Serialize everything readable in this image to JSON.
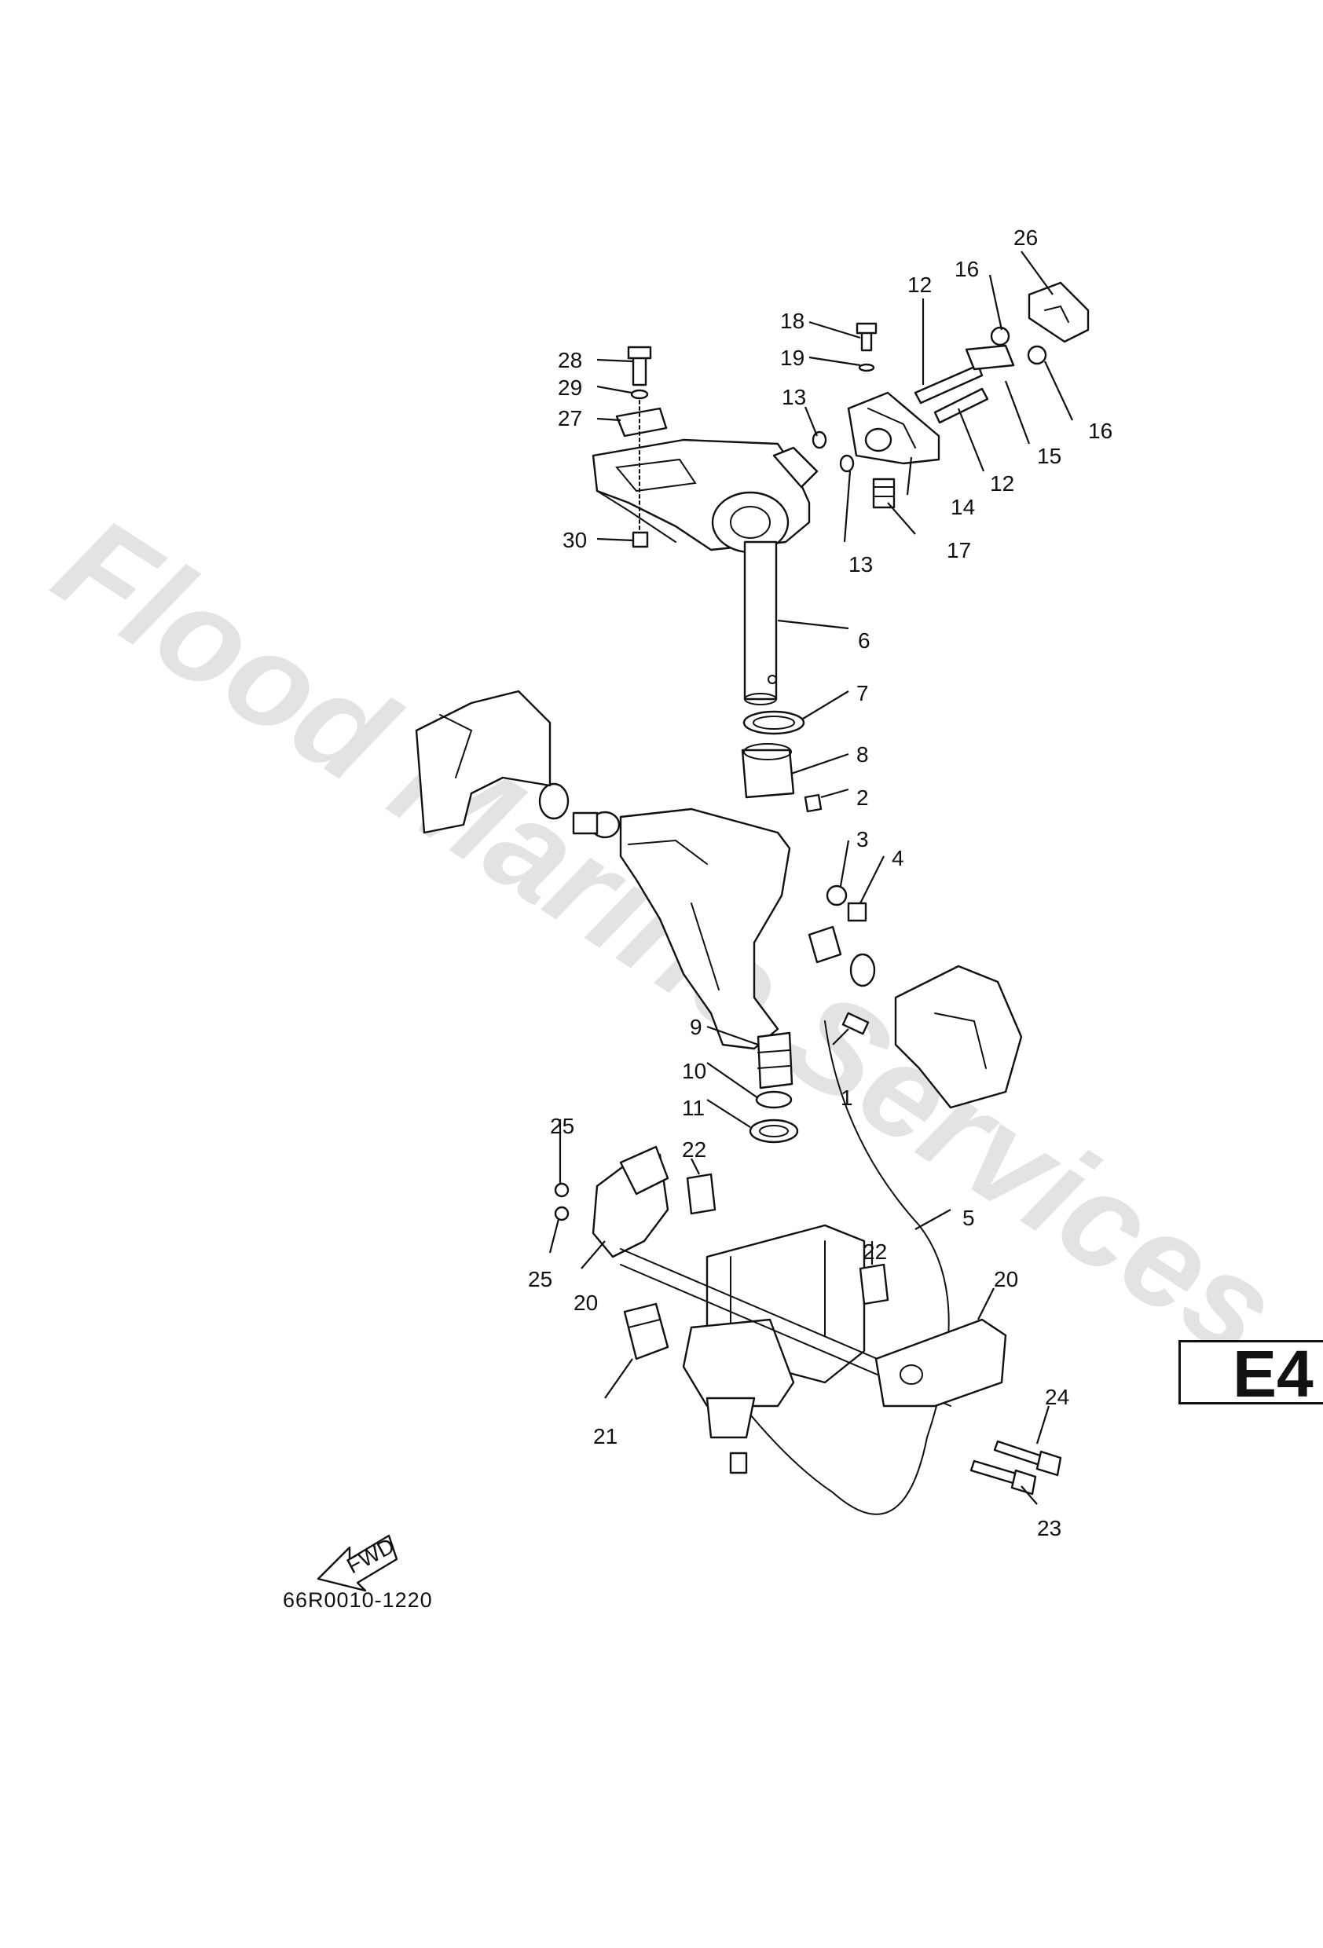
{
  "watermark": "Flood Marine Services",
  "part_number": "66R0010-1220",
  "page_tab": "E4",
  "fwd_label": "FWD",
  "callouts": {
    "c1": "1",
    "c2": "2",
    "c3": "3",
    "c4": "4",
    "c5": "5",
    "c6": "6",
    "c7": "7",
    "c8": "8",
    "c9": "9",
    "c10": "10",
    "c11": "11",
    "c12a": "12",
    "c12b": "12",
    "c13a": "13",
    "c13b": "13",
    "c14": "14",
    "c15": "15",
    "c16a": "16",
    "c16b": "16",
    "c17": "17",
    "c18": "18",
    "c19": "19",
    "c20a": "20",
    "c20b": "20",
    "c21": "21",
    "c22a": "22",
    "c22b": "22",
    "c23": "23",
    "c24": "24",
    "c25a": "25",
    "c25b": "25",
    "c26": "26",
    "c27": "27",
    "c28": "28",
    "c29": "29",
    "c30": "30"
  }
}
